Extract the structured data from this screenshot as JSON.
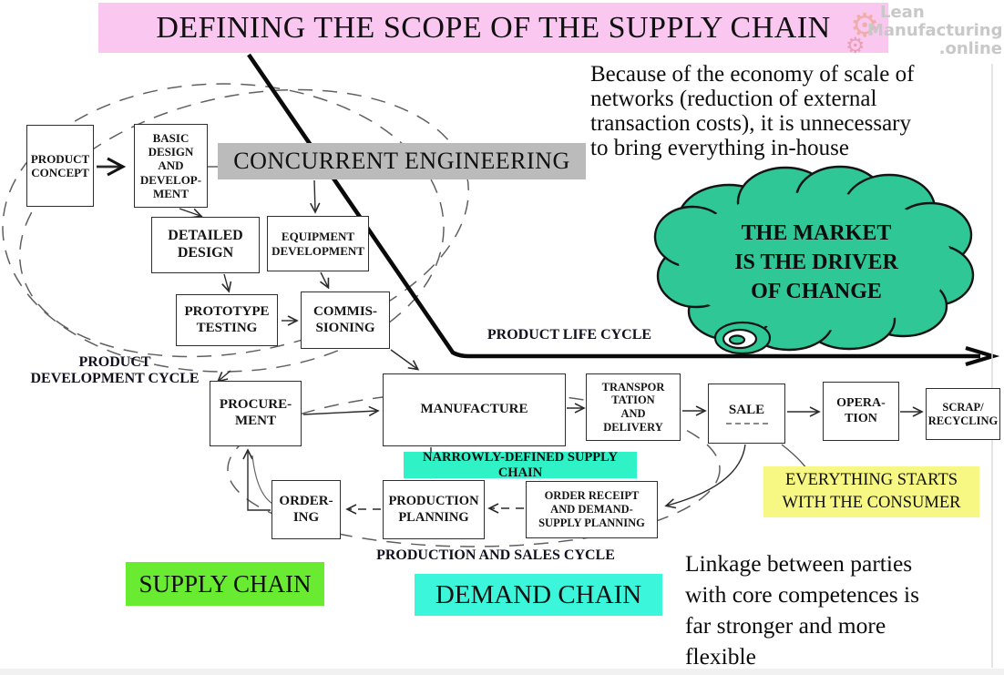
{
  "title": "DEFINING THE SCOPE OF THE SUPPLY CHAIN",
  "watermark": {
    "line1": "Lean",
    "line2": "Manufacturing",
    "line3": ".online"
  },
  "notes": {
    "economy": "Because of the economy of scale of\nnetworks (reduction of external\ntransaction costs), it is unnecessary\nto bring everything in-house",
    "linkage": "Linkage between parties\nwith core competences is\nfar stronger and more\nflexible"
  },
  "cloud": {
    "text": "THE MARKET\nIS THE DRIVER\nOF CHANGE"
  },
  "banners": {
    "concurrent_engineering": "CONCURRENT ENGINEERING",
    "narrowly_defined": "NARROWLY-DEFINED SUPPLY CHAIN",
    "consumer": "EVERYTHING STARTS\nWITH THE CONSUMER",
    "supply_chain": "SUPPLY CHAIN",
    "demand_chain": "DEMAND CHAIN"
  },
  "cycle_labels": {
    "product_life_cycle": "PRODUCT LIFE CYCLE",
    "product_development_cycle": "PRODUCT\nDEVELOPMENT CYCLE",
    "production_and_sales_cycle": "PRODUCTION AND SALES CYCLE"
  },
  "process_boxes": {
    "product_concept": "PRODUCT\nCONCEPT",
    "basic_design": "BASIC\nDESIGN\nAND\nDEVELOP-\nMENT",
    "detailed_design": "DETAILED\nDESIGN",
    "equipment_development": "EQUIPMENT\nDEVELOPMENT",
    "prototype_testing": "PROTOTYPE\nTESTING",
    "commissioning": "COMMIS-\nSIONING",
    "procurement": "PROCURE-\nMENT",
    "manufacture": "MANUFACTURE",
    "transportation": "TRANSPOR\nTATION\nAND\nDELIVERY",
    "sale": "SALE",
    "operation": "OPERA-\nTION",
    "scrap_recycling": "SCRAP/\nRECYCLING",
    "ordering": "ORDER-\nING",
    "production_planning": "PRODUCTION\nPLANNING",
    "order_receipt": "ORDER RECEIPT\nAND DEMAND-\nSUPPLY PLANNING"
  },
  "colors": {
    "title_bg": "#FAC7F1",
    "concurrent_bg": "#BBBBBB",
    "cloud_fill": "#2EC795",
    "narrowly_defined_bg": "#30F2C7",
    "consumer_bg": "#F7F784",
    "supply_chain_bg": "#69EB31",
    "demand_chain_bg": "#3CF6DC",
    "watermark_gray": "#C8C8C8"
  }
}
